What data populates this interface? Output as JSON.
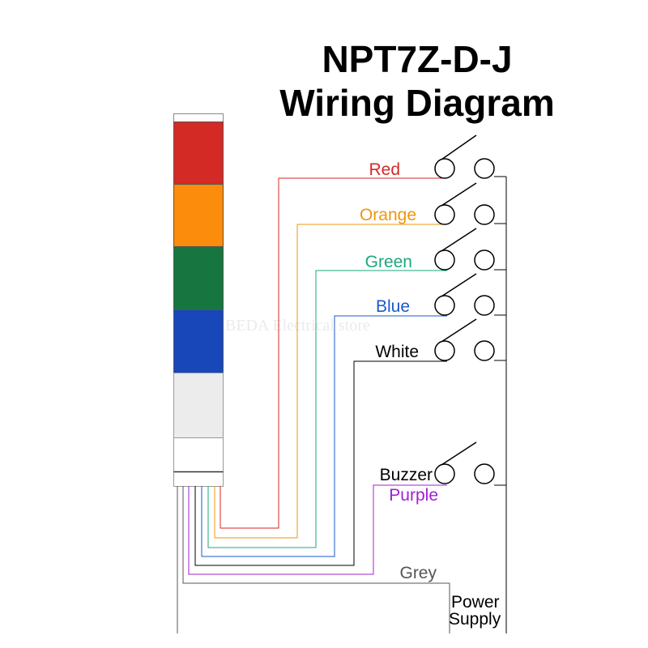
{
  "title": {
    "line1": "NPT7Z-D-J",
    "line2": "Wiring Diagram"
  },
  "watermark": "BEDA Electrical store",
  "tower": {
    "segments": [
      {
        "name": "red",
        "color": "#d42a26"
      },
      {
        "name": "orange",
        "color": "#fb8c0c"
      },
      {
        "name": "green",
        "color": "#177640"
      },
      {
        "name": "blue",
        "color": "#1747b9"
      },
      {
        "name": "white",
        "color": "#ececec"
      }
    ]
  },
  "wires": [
    {
      "label": "Red",
      "color": "#d42a26"
    },
    {
      "label": "Orange",
      "color": "#f0960f"
    },
    {
      "label": "Green",
      "color": "#19a87c"
    },
    {
      "label": "Blue",
      "color": "#1a5ac8"
    },
    {
      "label": "White",
      "color": "#000000"
    },
    {
      "label": "Buzzer",
      "color": "#000000"
    },
    {
      "label": "Purple",
      "color": "#a020d0"
    },
    {
      "label": "Grey",
      "color": "#555555"
    }
  ],
  "power": {
    "line1": "Power",
    "line2": "Supply"
  }
}
